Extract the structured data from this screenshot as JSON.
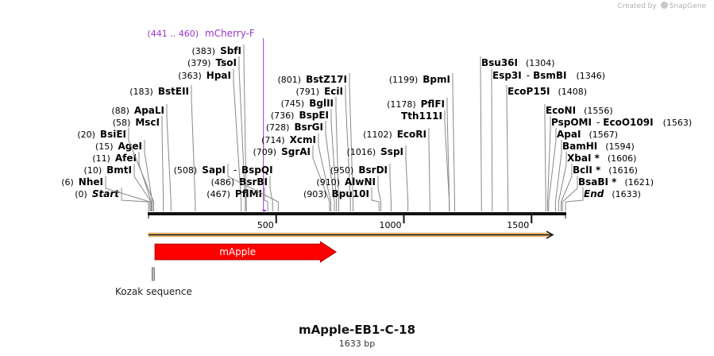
{
  "credit": {
    "prefix": "Created by",
    "brand": "SnapGene"
  },
  "title": "mApple-EB1-C-18",
  "length_label": "1633 bp",
  "sequence_length": 1633,
  "axis": {
    "ticks": [
      500,
      1000,
      1500
    ]
  },
  "primer": {
    "range": "(441 .. 460)",
    "name": "mCherry-F",
    "position": 450,
    "color": "#9933cc"
  },
  "features": [
    {
      "name": "mApple",
      "start": 25,
      "end": 735,
      "color": "#ff0000",
      "type": "arrow"
    },
    {
      "name": "Kozak sequence",
      "start": 20,
      "end": 28,
      "color": "#bbbbbb",
      "type": "box"
    }
  ],
  "sites": [
    {
      "pos": "(0)",
      "name": "Start",
      "bp": 0,
      "italic": true
    },
    {
      "pos": "(6)",
      "name": "NheI",
      "bp": 6
    },
    {
      "pos": "(10)",
      "name": "BmtI",
      "bp": 10
    },
    {
      "pos": "(11)",
      "name": "AfeI",
      "bp": 11
    },
    {
      "pos": "(15)",
      "name": "AgeI",
      "bp": 15
    },
    {
      "pos": "(20)",
      "name": "BsiEI",
      "bp": 20
    },
    {
      "pos": "(58)",
      "name": "MscI",
      "bp": 58
    },
    {
      "pos": "(88)",
      "name": "ApaLI",
      "bp": 88
    },
    {
      "pos": "(183)",
      "name": "BstEII",
      "bp": 183
    },
    {
      "pos": "(363)",
      "name": "HpaI",
      "bp": 363
    },
    {
      "pos": "(379)",
      "name": "TsoI",
      "bp": 379
    },
    {
      "pos": "(383)",
      "name": "SbfI",
      "bp": 383
    },
    {
      "pos": "(467)",
      "name": "PflMI",
      "bp": 467
    },
    {
      "pos": "(486)",
      "name": "BsrBI",
      "bp": 486
    },
    {
      "pos": "(508)",
      "name": "SapI",
      "bp": 508,
      "extra": "BspQI"
    },
    {
      "pos": "(709)",
      "name": "SgrAI",
      "bp": 709
    },
    {
      "pos": "(714)",
      "name": "XcmI",
      "bp": 714
    },
    {
      "pos": "(728)",
      "name": "BsrGI",
      "bp": 728
    },
    {
      "pos": "(736)",
      "name": "BspEI",
      "bp": 736
    },
    {
      "pos": "(745)",
      "name": "BglII",
      "bp": 745
    },
    {
      "pos": "(791)",
      "name": "EciI",
      "bp": 791
    },
    {
      "pos": "(801)",
      "name": "BstZ17I",
      "bp": 801
    },
    {
      "pos": "(903)",
      "name": "Bpu10I",
      "bp": 903
    },
    {
      "pos": "(910)",
      "name": "AlwNI",
      "bp": 910
    },
    {
      "pos": "(950)",
      "name": "BsrDI",
      "bp": 950
    },
    {
      "pos": "(1016)",
      "name": "SspI",
      "bp": 1016
    },
    {
      "pos": "(1102)",
      "name": "EcoRI",
      "bp": 1102
    },
    {
      "pos": "",
      "name": "Tth111I",
      "bp": 1178
    },
    {
      "pos": "(1178)",
      "name": "PflFI",
      "bp": 1178
    },
    {
      "pos": "(1199)",
      "name": "BpmI",
      "bp": 1199
    },
    {
      "pos": "(1304)",
      "name": "Bsu36I",
      "bp": 1304,
      "pos_after": true
    },
    {
      "pos": "(1346)",
      "name": "Esp3I",
      "bp": 1346,
      "extra": "BsmBI",
      "pos_after": true
    },
    {
      "pos": "(1408)",
      "name": "EcoP15I",
      "bp": 1408,
      "pos_after": true
    },
    {
      "pos": "(1556)",
      "name": "EcoNI",
      "bp": 1556,
      "pos_after": true
    },
    {
      "pos": "(1563)",
      "name": "PspOMI",
      "bp": 1563,
      "extra": "EcoO109I",
      "pos_after": true
    },
    {
      "pos": "(1567)",
      "name": "ApaI",
      "bp": 1567,
      "pos_after": true
    },
    {
      "pos": "(1594)",
      "name": "BamHI",
      "bp": 1594,
      "pos_after": true
    },
    {
      "pos": "(1606)",
      "name": "XbaI *",
      "bp": 1606,
      "pos_after": true
    },
    {
      "pos": "(1616)",
      "name": "BclI *",
      "bp": 1616,
      "pos_after": true
    },
    {
      "pos": "(1621)",
      "name": "BsaBI *",
      "bp": 1621,
      "pos_after": true
    },
    {
      "pos": "(1633)",
      "name": "End",
      "bp": 1633,
      "italic": true,
      "pos_after": true
    }
  ]
}
